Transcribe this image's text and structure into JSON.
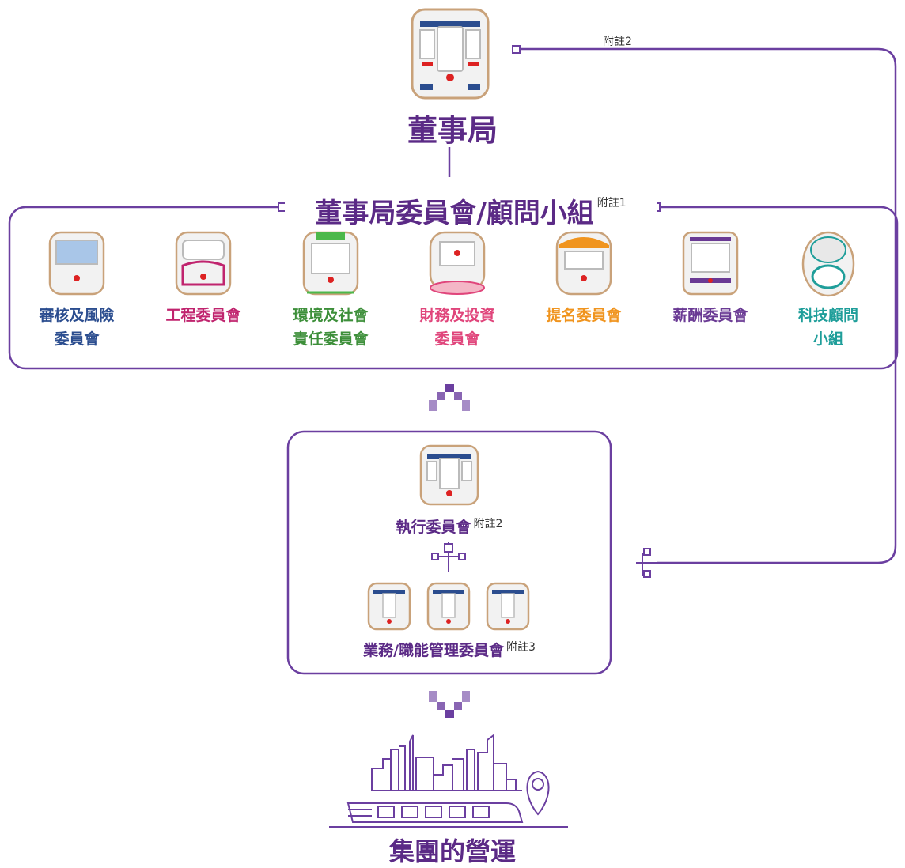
{
  "board": {
    "title": "董事局",
    "note": "附註2"
  },
  "committees_header": {
    "title": "董事局委員會/顧問小組",
    "note": "附註1"
  },
  "committees": [
    {
      "line1": "審核及風險",
      "line2": "委員會",
      "color": "#2b4d8f",
      "icon": "train-front-icon"
    },
    {
      "line1": "工程委員會",
      "line2": "",
      "color": "#c0246e",
      "icon": "train-front-icon"
    },
    {
      "line1": "環境及社會",
      "line2": "責任委員會",
      "color": "#3d8f3a",
      "icon": "train-front-icon"
    },
    {
      "line1": "財務及投資",
      "line2": "委員會",
      "color": "#e0457b",
      "icon": "train-front-icon"
    },
    {
      "line1": "提名委員會",
      "line2": "",
      "color": "#f0941e",
      "icon": "train-front-icon"
    },
    {
      "line1": "薪酬委員會",
      "line2": "",
      "color": "#6a3a94",
      "icon": "train-front-icon"
    },
    {
      "line1": "科技顧問",
      "line2": "小組",
      "color": "#1f9e9a",
      "icon": "train-front-icon"
    }
  ],
  "executive": {
    "title": "執行委員會",
    "note": "附註2"
  },
  "management": {
    "title": "業務/職能管理委員會",
    "note": "附註3"
  },
  "operations": {
    "title": "集團的營運"
  },
  "colors": {
    "accent": "#5b2a86",
    "line": "#6b3fa0",
    "train_outline": "#c9a27a"
  }
}
